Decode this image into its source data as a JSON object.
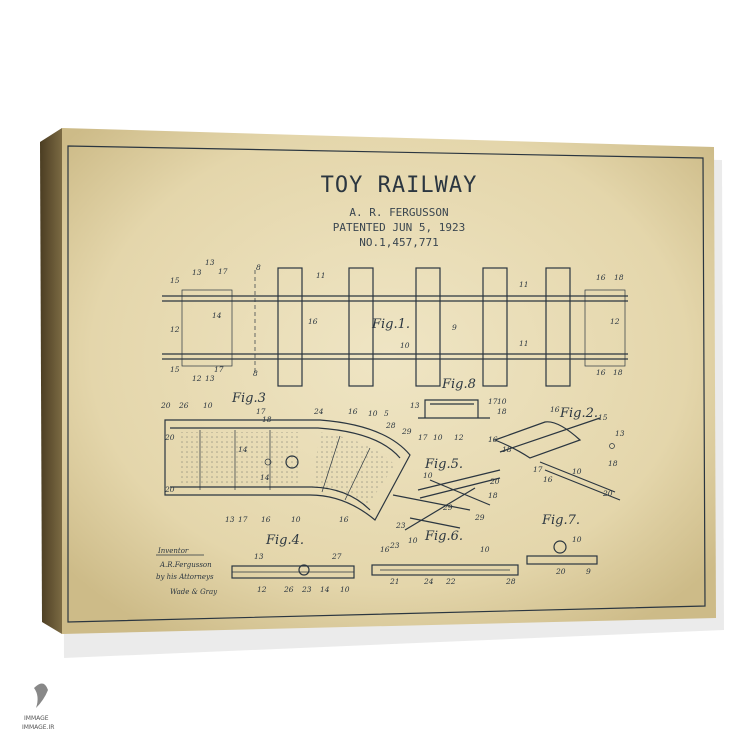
{
  "patent": {
    "title": "TOY RAILWAY",
    "inventor": "A. R. FERGUSSON",
    "patented": "PATENTED JUN 5, 1923",
    "number": "NO.1,457,771"
  },
  "figures": {
    "fig1": "Fig.1.",
    "fig2": "Fig.2.",
    "fig3": "Fig.3",
    "fig4": "Fig.4.",
    "fig5": "Fig.5.",
    "fig6": "Fig.6.",
    "fig7": "Fig.7.",
    "fig8": "Fig.8"
  },
  "signature": {
    "line1": "Inventor",
    "line2": "A.R.Fergusson",
    "line3": "by his Attorneys",
    "line4": "Wade & Gray"
  },
  "watermark": {
    "brand": "IMMAGE.IR",
    "logo_line1": "IMMAGE",
    "logo_line2": "IMMAGE.IR"
  },
  "colors": {
    "paper": "#e9ddb7",
    "ink": "#2b3640",
    "canvas_edge": "#5a4a2c"
  }
}
